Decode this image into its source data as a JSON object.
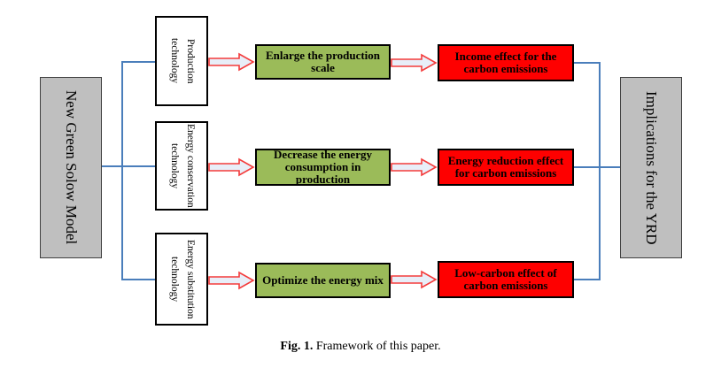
{
  "left_pillar": {
    "text": "New Green Solow Model"
  },
  "right_pillar": {
    "text": "Implications for the YRD"
  },
  "tech_boxes": [
    {
      "line1": "Production",
      "line2": "technology"
    },
    {
      "line1": "Energy conservation",
      "line2": "technology"
    },
    {
      "line1": "Energy substitution",
      "line2": "technology"
    }
  ],
  "action_boxes": [
    {
      "text": "Enlarge the production scale"
    },
    {
      "text": "Decrease the energy consumption in production"
    },
    {
      "text": "Optimize the energy mix"
    }
  ],
  "effect_boxes": [
    {
      "text": "Income effect for the carbon emissions"
    },
    {
      "text": "Energy reduction effect for carbon emissions"
    },
    {
      "text": "Low-carbon effect of carbon emissions"
    }
  ],
  "caption": {
    "label": "Fig. 1.",
    "text": "Framework of this paper."
  },
  "colors": {
    "action_box_green": "#9bbb59",
    "effect_box_red": "#fe0000",
    "pillar_gray": "#bfbfbf",
    "connector_blue": "#4a7ebb",
    "arrow_outline_red": "#f43b3b",
    "arrow_fill": "#e8eef8",
    "box_border": "#000000"
  }
}
